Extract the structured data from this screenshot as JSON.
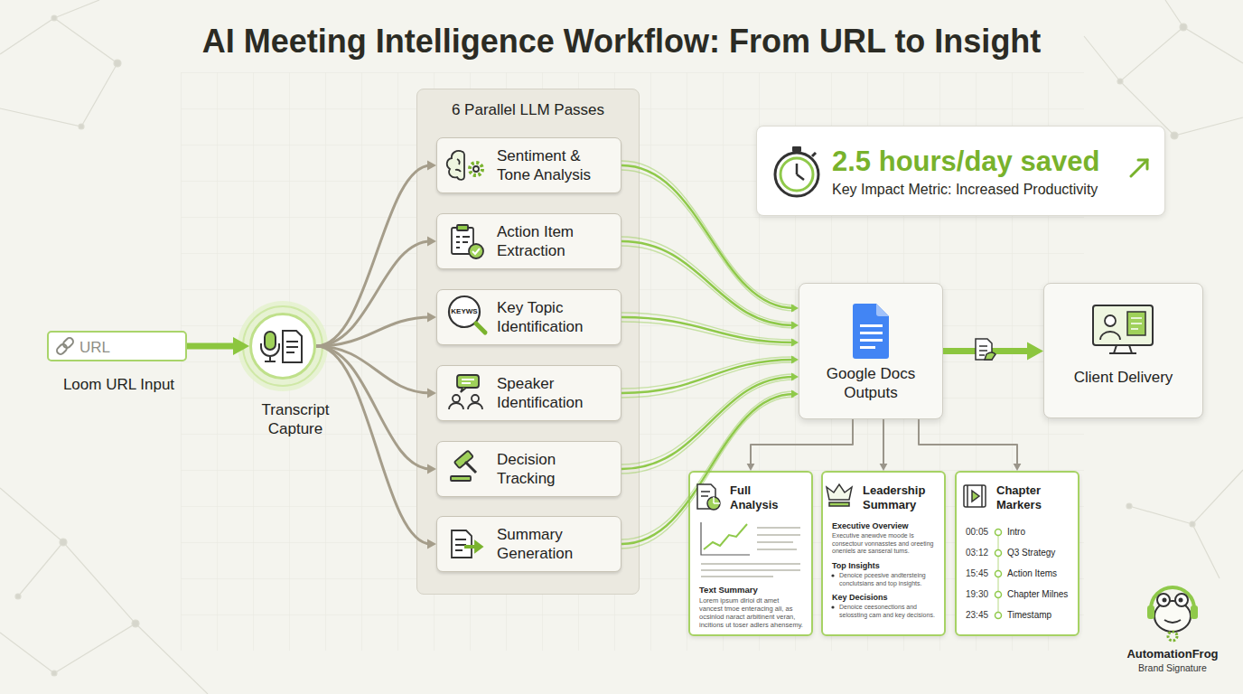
{
  "diagram": {
    "title": "AI Meeting Intelligence Workflow: From URL to Insight",
    "nodes": [
      {
        "text": [
          "URL",
          "Loom URL Input"
        ]
      },
      {
        "text": [
          "Transcript Capture"
        ]
      },
      {
        "text": [
          "6 Parallel LLM Passes"
        ]
      },
      {
        "text": [
          "Sentiment & Tone Analysis"
        ],
        "in": 2
      },
      {
        "text": [
          "Action Item Extraction"
        ],
        "in": 2
      },
      {
        "text": [
          "Key Topic Identification"
        ],
        "in": 2
      },
      {
        "text": [
          "Speaker Identification"
        ],
        "in": 2
      },
      {
        "text": [
          "Decision Tracking"
        ],
        "in": 2
      },
      {
        "text": [
          "Summary Generation"
        ],
        "in": 2
      },
      {
        "text": [
          "2.5 hours/day saved",
          "Key Impact Metric: Increased Productivity"
        ]
      },
      {
        "text": [
          "Google Docs Outputs"
        ]
      },
      {
        "text": [
          "Client Delivery"
        ]
      },
      {
        "text": [
          "Full Analysis",
          "Text Summary",
          "Lorem ipsum dlrioi dt amet vancest tmoe enteracing ali, as ocsinlod naract arbitinent veran, incitions ut toser adlers ahensemy."
        ]
      },
      {
        "text": [
          "Leadership Summary",
          "Executive Overview",
          "Executive anewdve moode ls consectour vonnasstes and oreeting oneniels are sanseral tums.",
          "Top Insights",
          "Denoice pceesive andtersteing conclutsians and top insights.",
          "Key Decisions",
          "Denoice ceesonections and selossting cam and key decisions."
        ]
      },
      {
        "text": [
          "Chapter Markers",
          "00:05",
          "Intro",
          "03:12",
          "Q3 Strategy",
          "15:45",
          "Action Items",
          "19:30",
          "Chapter Milnes",
          "23:45",
          "Timestamp"
        ]
      }
    ],
    "edges": [
      {
        "from": 0,
        "to": 1,
        "arrow": "to"
      },
      {
        "from": 1,
        "to": 3,
        "arrow": "to"
      },
      {
        "from": 1,
        "to": 4,
        "arrow": "to"
      },
      {
        "from": 1,
        "to": 5,
        "arrow": "to"
      },
      {
        "from": 1,
        "to": 6,
        "arrow": "to"
      },
      {
        "from": 1,
        "to": 7,
        "arrow": "to"
      },
      {
        "from": 1,
        "to": 8,
        "arrow": "to"
      },
      {
        "from": 3,
        "to": 10,
        "arrow": "to"
      },
      {
        "from": 4,
        "to": 10,
        "arrow": "to"
      },
      {
        "from": 5,
        "to": 10,
        "arrow": "to"
      },
      {
        "from": 6,
        "to": 10,
        "arrow": "to"
      },
      {
        "from": 7,
        "to": 10,
        "arrow": "to"
      },
      {
        "from": 8,
        "to": 10,
        "arrow": "to"
      },
      {
        "from": 10,
        "to": 11,
        "arrow": "to"
      },
      {
        "from": 10,
        "to": 12,
        "arrow": "to"
      },
      {
        "from": 10,
        "to": 13,
        "arrow": "to"
      },
      {
        "from": 10,
        "to": 14,
        "arrow": "to"
      }
    ],
    "labels": [
      "KEYWS",
      "AutomationFrog",
      "Brand Signature"
    ]
  }
}
